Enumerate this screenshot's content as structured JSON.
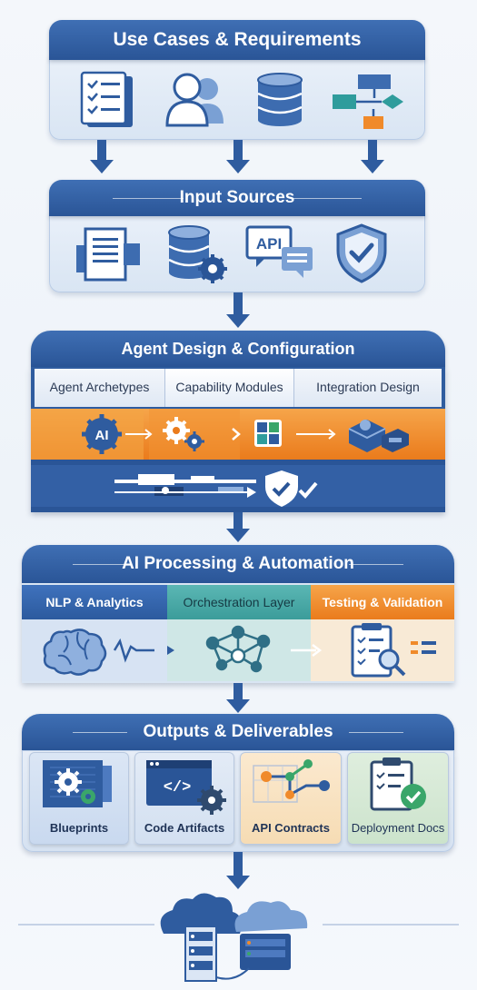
{
  "sections": {
    "use_cases": {
      "title": "Use Cases & Requirements"
    },
    "input_sources": {
      "title": "Input Sources",
      "api_label": "API"
    },
    "agent_design": {
      "title": "Agent Design & Configuration",
      "tabs": [
        "Agent Archetypes",
        "Capability Modules",
        "Integration Design"
      ],
      "ai_badge": "AI"
    },
    "ai_processing": {
      "title": "AI Processing & Automation",
      "columns": [
        "NLP & Analytics",
        "Orchestration Layer",
        "Testing & Validation"
      ]
    },
    "outputs": {
      "title": "Outputs & Deliverables",
      "cards": [
        "Blueprints",
        "Code Artifacts",
        "API Contracts",
        "Deployment Docs"
      ],
      "code_glyph": "</>"
    }
  },
  "colors": {
    "banner": "#2f5c9f",
    "accent_orange": "#f08a2a",
    "accent_teal": "#2f9c9c",
    "accent_green": "#3aa66a"
  }
}
